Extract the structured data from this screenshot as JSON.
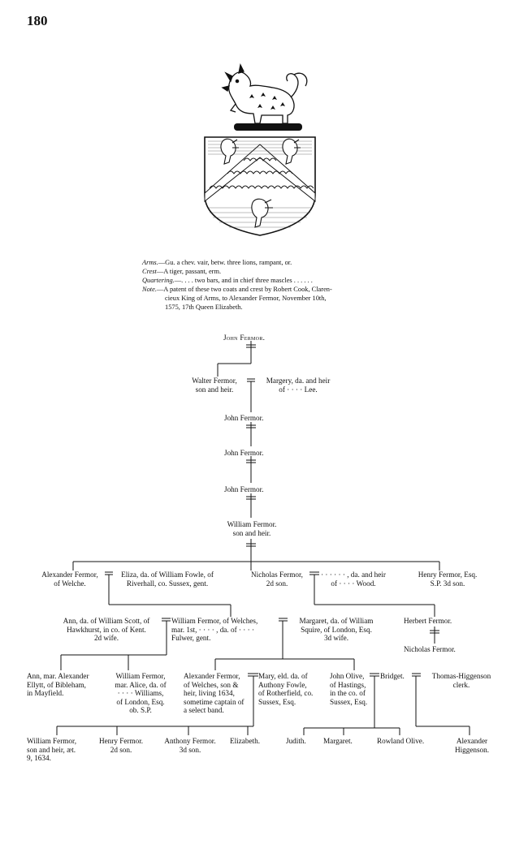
{
  "page_number": "180",
  "heraldry": {
    "arms_label": "Arms.",
    "arms_text": "—Gu. a chev. vair, betw. three lions, rampant, or.",
    "crest_label": "Crest",
    "crest_text": "—A tiger, passant, erm.",
    "quartering_label": "Quartering.",
    "quartering_text": "—. . . . two bars, and in chief three mascles . . . . . .",
    "note_label": "Note.",
    "note_line1": "—A patent of these two coats and crest by Robert Cook, Claren-",
    "note_line2": "cieux King of Arms, to Alexander Fermor, November 10th,",
    "note_line3": "1575, 17th Queen Elizabeth."
  },
  "pedigree": {
    "john_fermor_top": "John Fermor.",
    "walter_l1": "Walter  Fermor,",
    "walter_l2": "son and heir.",
    "margery_l1": "Margery,  da. and heir",
    "margery_l2": "of  · · · ·  Lee.",
    "john_2": "John Fermor.",
    "john_3": "John Fermor.",
    "john_4": "John Fermor.",
    "william_l1": "William Fermor.",
    "william_l2": "son and heir.",
    "alexander1_l1": "Alexander Fermor,",
    "alexander1_l2": "of Welche.",
    "eliza_l1": "Eliza, da. of William Fowle, of",
    "eliza_l2": "Riverhall, co. Sussex, gent.",
    "nicholas1_l1": "Nicholas  Fermor,",
    "nicholas1_l2": "2d son.",
    "wood_l1": "· · · · · · ,  da. and heir",
    "wood_l2": "of  · · · ·  Wood.",
    "henry_l1": "Henry Fermor,  Esq.",
    "henry_l2": "S.P.  3d son.",
    "ann_scott_l1": "Ann, da. of William Scott, of",
    "ann_scott_l2": "Hawkhurst, in co. of Kent.",
    "ann_scott_l3": "2d wife.",
    "william2_l1": "William Fermor,  of Welches,",
    "william2_l2": "mar. 1st,  · · · · ,  da. of  · · · ·",
    "william2_l3": "Fulwer, gent.",
    "margaret_l1": "Margaret,  da. of William",
    "margaret_l2": "Squire, of London, Esq.",
    "margaret_l3": "3d wife.",
    "herbert": "Herbert Fermor.",
    "nicholas2": "Nicholas  Fermor.",
    "ann_mar_l1": "Ann, mar. Alexander",
    "ann_mar_l2": "Ellytt, of Bibleham,",
    "ann_mar_l3": "in Mayfield.",
    "william3_l1": "William Fermor,",
    "william3_l2": "mar. Alice, da. of",
    "william3_l3": "· · · ·  Williams,",
    "william3_l4": "of London, Esq.",
    "william3_l5": "ob. S.P.",
    "alexander2_l1": "Alexander Fermor,",
    "alexander2_l2": "of Welches, son &",
    "alexander2_l3": "heir,  living  1634,",
    "alexander2_l4": "sometime captain of",
    "alexander2_l5": "a select band.",
    "mary_l1": "Mary,  eld. da. of",
    "mary_l2": "Authony  Fowle,",
    "mary_l3": "of Rotherfield, co.",
    "mary_l4": "Sussex,  Esq.",
    "john_olive_l1": "John Olive,",
    "john_olive_l2": "of Hastings,",
    "john_olive_l3": "in the co. of",
    "john_olive_l4": "Sussex, Esq.",
    "bridget": "Bridget.",
    "thomas_l1": "Thomas-Higgenson",
    "thomas_l2": "clerk.",
    "william4_l1": "William Fermor,",
    "william4_l2": "son and heir, æt.",
    "william4_l3": "9,  1634.",
    "henry2_l1": "Henry Fermor.",
    "henry2_l2": "2d son.",
    "anthony_l1": "Anthony  Fermor.",
    "anthony_l2": "3d son.",
    "elizabeth": "Elizabeth.",
    "judith": "Judith.",
    "margaret2": "Margaret.",
    "rowland": "Rowland Olive.",
    "alexander3_l1": "Alexander",
    "alexander3_l2": "Higgenson."
  }
}
